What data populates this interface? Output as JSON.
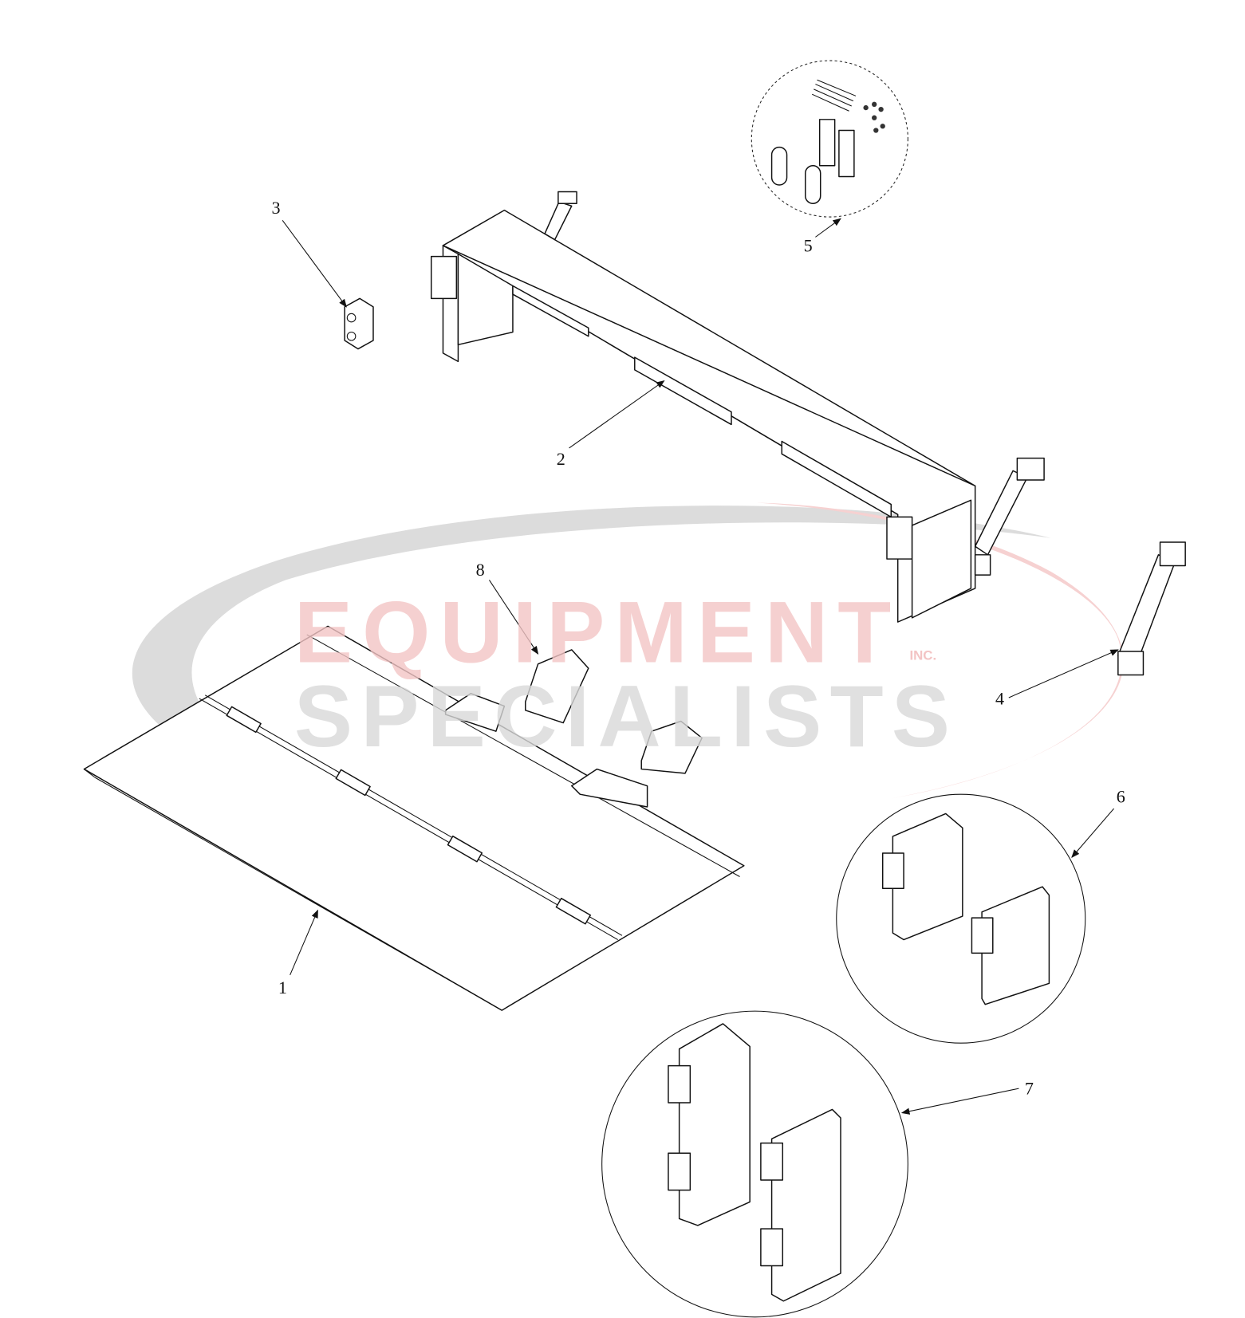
{
  "watermark": {
    "line1": "EQUIPMENT",
    "line2": "SPECIALISTS",
    "suffix": "INC.",
    "colors": {
      "red": "#f3c7c7",
      "gray": "#d9d9d9"
    }
  },
  "callouts": {
    "c1": "1",
    "c2": "2",
    "c3": "3",
    "c4": "4",
    "c5": "5",
    "c6": "6",
    "c7": "7",
    "c8": "8"
  }
}
